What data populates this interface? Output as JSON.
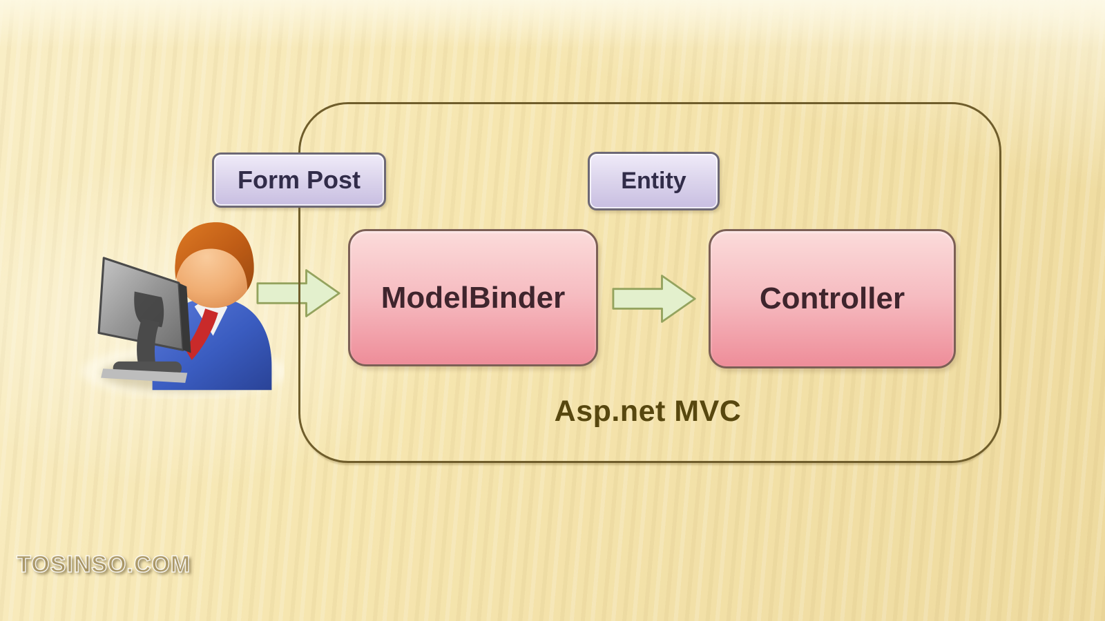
{
  "diagram": {
    "frame": {
      "label": "Asp.net MVC"
    },
    "tags": [
      {
        "id": "form-post",
        "label": "Form Post"
      },
      {
        "id": "entity",
        "label": "Entity"
      }
    ],
    "nodes": [
      {
        "id": "modelbinder",
        "label": "ModelBinder"
      },
      {
        "id": "controller",
        "label": "Controller"
      }
    ],
    "arrows": [
      {
        "id": "user-to-modelbinder",
        "direction": "right"
      },
      {
        "id": "modelbinder-to-controller",
        "direction": "right"
      }
    ],
    "actor": {
      "id": "user-at-computer-icon"
    },
    "colors": {
      "background": "#f5e3ab",
      "frame_border": "#6f5d2b",
      "frame_label_color": "#57470f",
      "tag_fill_top": "#f0ebf9",
      "tag_fill_bottom": "#c8bee1",
      "tag_border": "#6d6875",
      "node_fill_top": "#fbdbda",
      "node_fill_bottom": "#ee8d99",
      "node_border": "#7c5f55",
      "arrow_fill": "#e3f0cd",
      "arrow_stroke": "#94a35e"
    }
  },
  "watermark": "TOSINSO.COM"
}
